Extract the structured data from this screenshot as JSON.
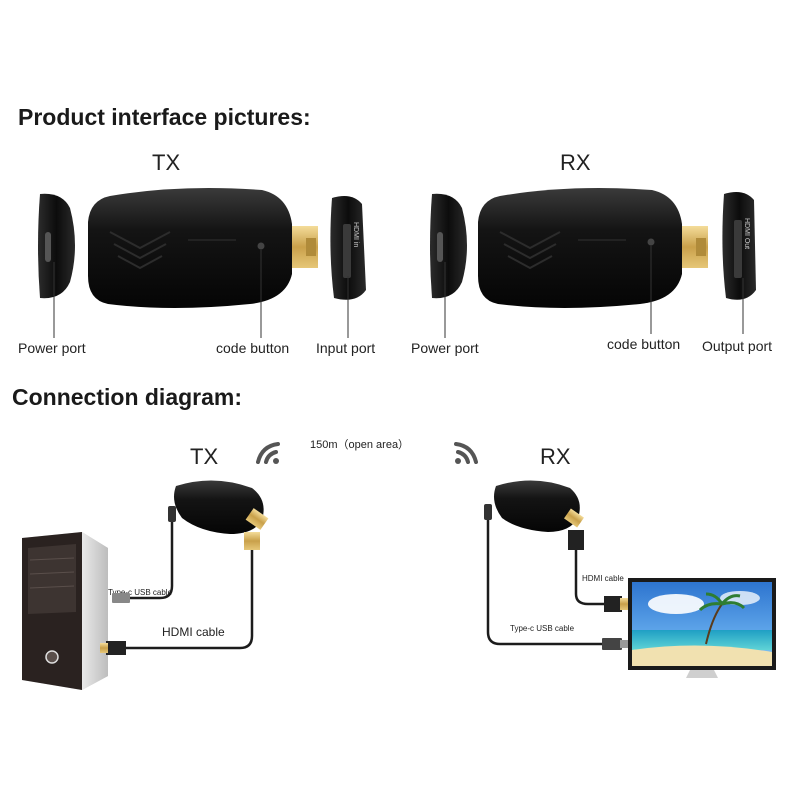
{
  "product_section": {
    "heading": "Product interface pictures:",
    "tx": {
      "title": "TX",
      "port_text": "HDMI in",
      "labels": {
        "power": "Power port",
        "code": "code button",
        "port": "Input port"
      }
    },
    "rx": {
      "title": "RX",
      "port_text": "HDMI Out",
      "labels": {
        "power": "Power port",
        "code": "code button",
        "port": "Output port"
      }
    }
  },
  "connection_section": {
    "heading": "Connection diagram:",
    "range": "150m（open area）",
    "tx_title": "TX",
    "rx_title": "RX",
    "tx_usb_cable": "Type-c USB cable",
    "tx_hdmi_cable": "HDMI cable",
    "rx_hdmi_cable": "HDMI cable",
    "rx_usb_cable": "Type-c USB cable"
  },
  "icons": [
    "wifi-icon-tx",
    "wifi-icon-rx"
  ],
  "colors": {
    "device": "#141414",
    "cable": "#1c1c1c",
    "sky": "#2f7fd6",
    "sea": "#35b9c9"
  }
}
